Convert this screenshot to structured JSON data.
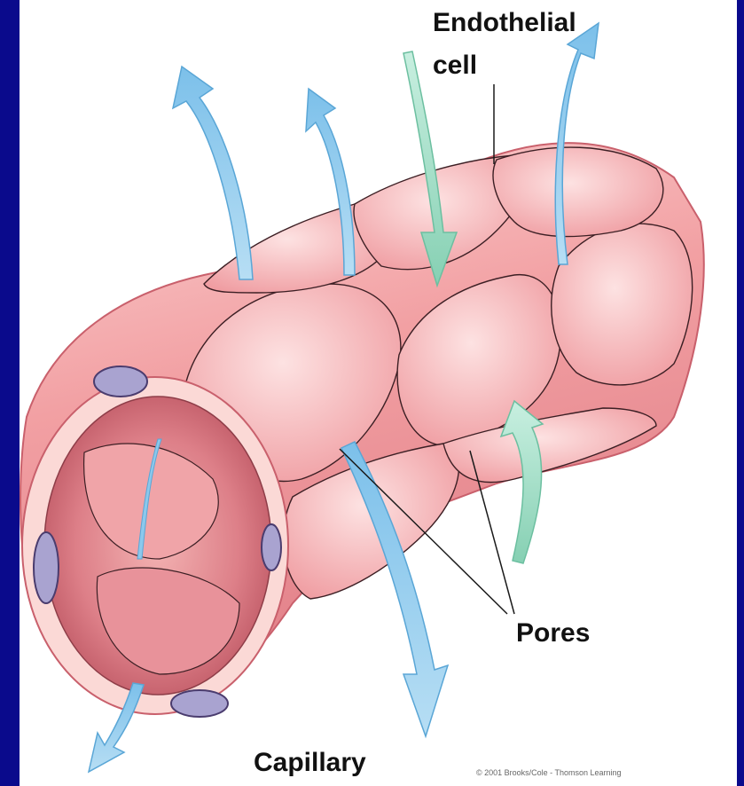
{
  "labels": {
    "endothelial_line1": "Endothelial",
    "endothelial_line2": "cell",
    "pores": "Pores",
    "capillary": "Capillary"
  },
  "credit": "© 2001 Brooks/Cole - Thomson Learning",
  "colors": {
    "background_border": "#0a0a8c",
    "panel": "#ffffff",
    "vessel": "#f2a1a1",
    "vessel_dark": "#d96e78",
    "nucleus": "#a8a2cf",
    "arrow_out": "#8cc8ec",
    "arrow_in": "#9fdcc6"
  }
}
